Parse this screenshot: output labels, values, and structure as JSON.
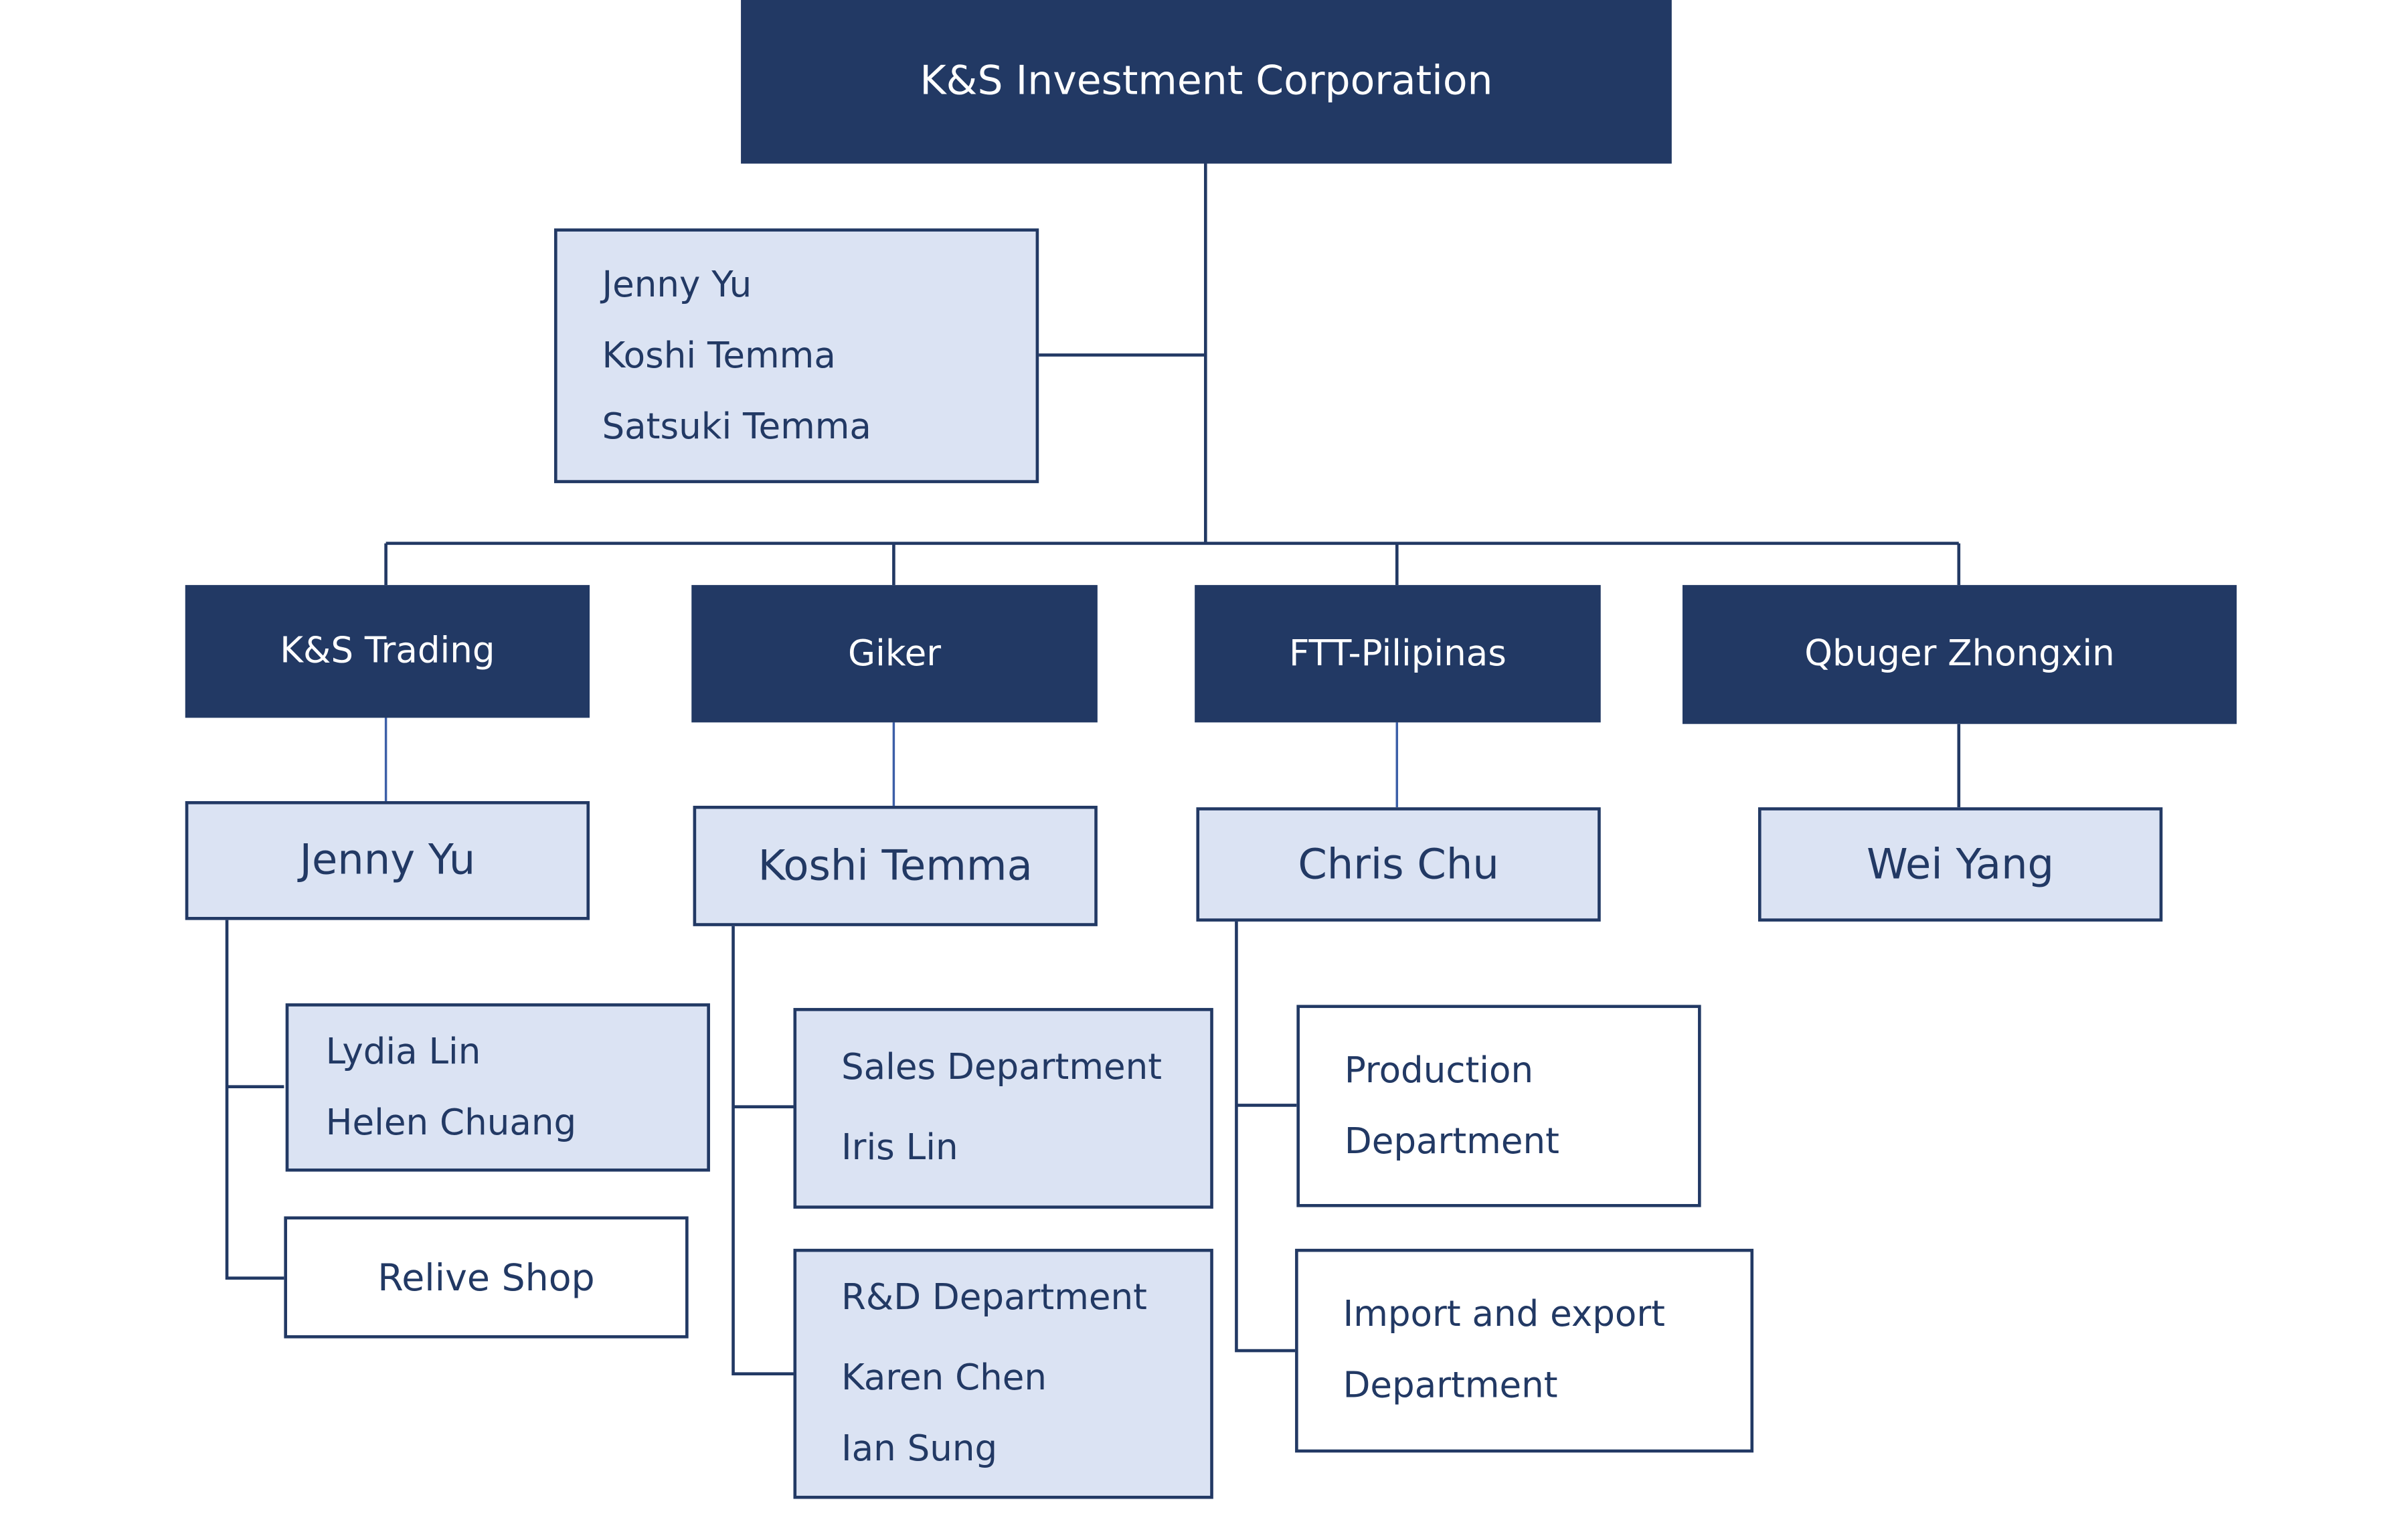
{
  "root": {
    "title": "K&S Investment Corporation"
  },
  "board": {
    "members": [
      "Jenny Yu",
      "Koshi Temma",
      "Satsuki Temma"
    ]
  },
  "companies": [
    {
      "name": "K&S Trading",
      "head": "Jenny Yu",
      "children": [
        {
          "people": [
            "Lydia Lin",
            "Helen Chuang"
          ]
        },
        {
          "label": "Relive Shop"
        }
      ]
    },
    {
      "name": "Giker",
      "head": "Koshi Temma",
      "children": [
        {
          "department": "Sales Department",
          "people": [
            "Iris Lin"
          ]
        },
        {
          "department": "R&D Department",
          "people": [
            "Karen Chen",
            "Ian Sung"
          ]
        }
      ]
    },
    {
      "name": "FTT-Pilipinas",
      "head": "Chris Chu",
      "children": [
        {
          "label_lines": [
            "Production",
            "Department"
          ]
        },
        {
          "label_lines": [
            "Import and export",
            "Department"
          ]
        }
      ]
    },
    {
      "name": "Qbuger Zhongxin",
      "head": "Wei Yang",
      "children": []
    }
  ],
  "colors": {
    "dark_fill": "#223964",
    "light_fill": "#dbe3f3",
    "connector": "#223964",
    "connector_light": "#3c5fa8"
  }
}
